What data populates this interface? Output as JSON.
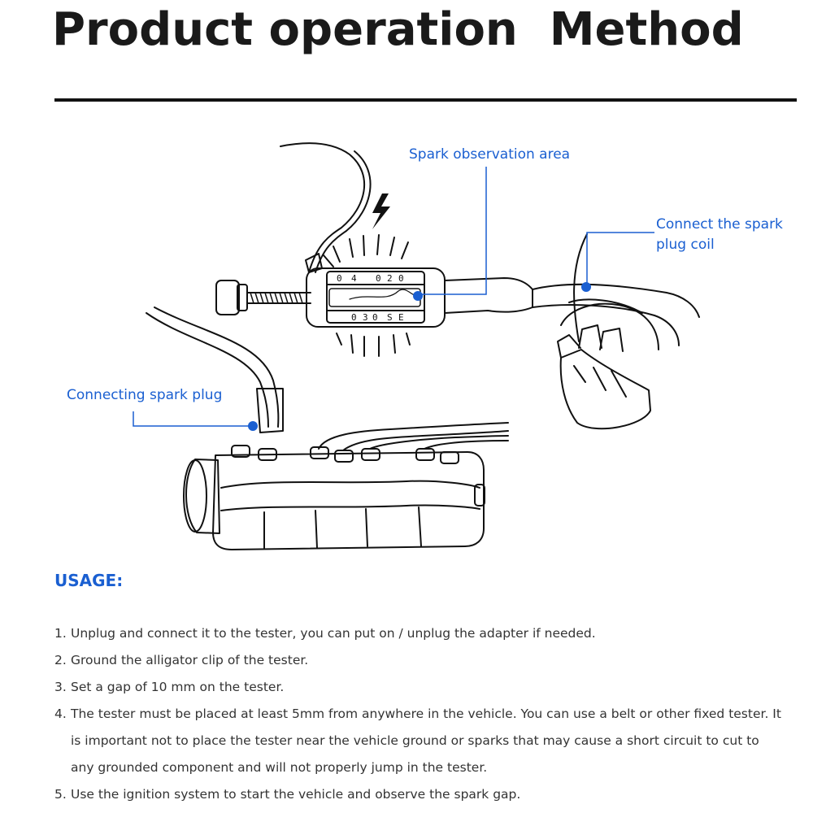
{
  "page": {
    "title": "Product operation  Method"
  },
  "diagram": {
    "callouts": {
      "spark_observation": "Spark observation area",
      "connect_coil_line1": "Connect the spark",
      "connect_coil_line2": "plug coil",
      "connecting_plug": "Connecting spark plug"
    },
    "scale_top": [
      "0",
      "4",
      "0",
      "2",
      "0"
    ],
    "scale_bottom": [
      "0",
      "3",
      "0",
      "S",
      "E"
    ],
    "accent_color": "#1a5fd1"
  },
  "usage": {
    "heading": "USAGE:",
    "steps": [
      {
        "num": "1.",
        "text": "Unplug and connect it to the tester, you can put on / unplug the adapter if needed."
      },
      {
        "num": "2.",
        "text": "Ground the alligator clip of the tester."
      },
      {
        "num": "3.",
        "text": "Set a gap of 10 mm on the tester."
      },
      {
        "num": "4.",
        "text": "The tester must be placed at least 5mm from anywhere in the vehicle. You can use a belt or other fixed tester. It is important not to place the tester near the vehicle ground or sparks that may cause a short circuit to cut to any grounded component and will not properly jump in the tester."
      },
      {
        "num": "5.",
        "text": "Use the ignition system to start the vehicle and observe the spark gap."
      }
    ]
  }
}
